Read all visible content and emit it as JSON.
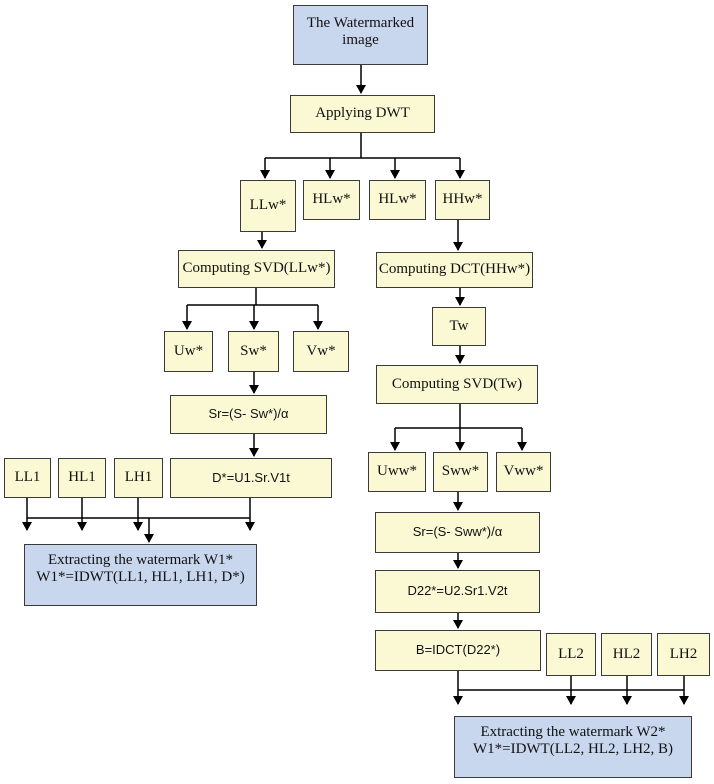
{
  "nodes": {
    "watermarked_image": {
      "line1": "The Watermarked",
      "line2": "image"
    },
    "applying_dwt": "Applying DWT",
    "llw": "LLw*",
    "hlw1": "HLw*",
    "hlw2": "HLw*",
    "hhw": "HHw*",
    "svd_llw": "Computing SVD(LLw*)",
    "dct_hhw": "Computing DCT(HHw*)",
    "uw": "Uw*",
    "sw": "Sw*",
    "vw": "Vw*",
    "tw": "Tw",
    "sr_left": "Sr=(S- Sw*)/α",
    "svd_tw": "Computing SVD(Tw)",
    "ll1": "LL1",
    "hl1": "HL1",
    "lh1": "LH1",
    "d_star": "D*=U1.Sr.V1t",
    "uww": "Uww*",
    "sww": "Sww*",
    "vww": "Vww*",
    "extract_w1": {
      "line1": "Extracting the watermark W1*",
      "line2": "W1*=IDWT(LL1, HL1, LH1, D*)"
    },
    "sr_right": "Sr=(S- Sww*)/α",
    "d22": "D22*=U2.Sr1.V2t",
    "b_idct": "B=IDCT(D22*)",
    "ll2": "LL2",
    "hl2": "HL2",
    "lh2": "LH2",
    "extract_w2": {
      "line1": "Extracting the watermark W2*",
      "line2": "W1*=IDWT(LL2, HL2, LH2, B)"
    }
  },
  "colors": {
    "box_fill": "#fbf9d3",
    "terminal_fill": "#c9d7ee",
    "line": "#000000"
  }
}
